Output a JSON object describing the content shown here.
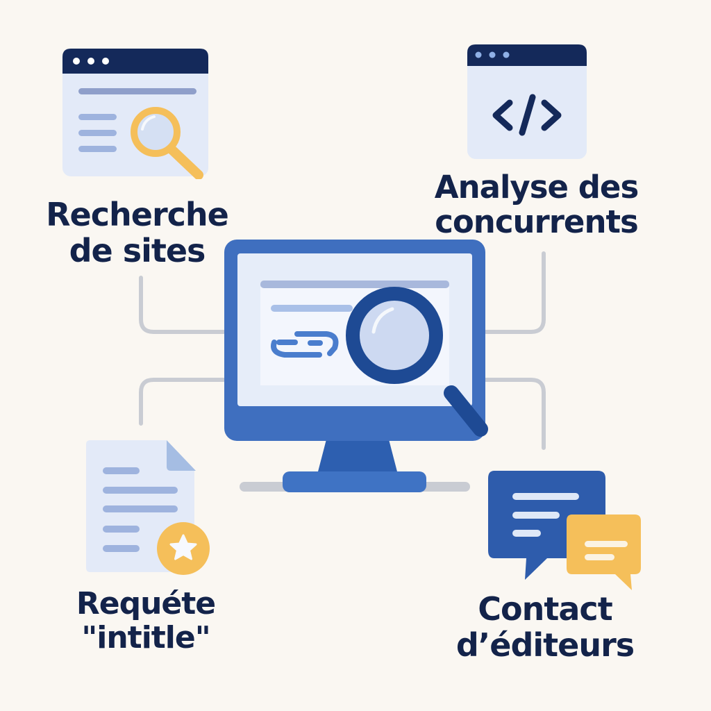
{
  "diagram": {
    "center": {
      "name": "monitor with magnifying glass",
      "icon": "monitor-search-icon"
    },
    "nodes": [
      {
        "id": "site-search",
        "label_line1": "Recherche",
        "label_line2": "de sites",
        "icon": "browser-search-icon"
      },
      {
        "id": "competitor-analysis",
        "label_line1": "Analyse des",
        "label_line2": "concurrents",
        "icon": "code-window-icon"
      },
      {
        "id": "intitle-query",
        "label_line1": "Requéte",
        "label_line2": "\"intitle\"",
        "icon": "document-star-icon"
      },
      {
        "id": "publisher-contact",
        "label_line1": "Contact",
        "label_line2": "d’éditeurs",
        "icon": "chat-bubbles-icon"
      }
    ],
    "colors": {
      "background": "#faf7f2",
      "navy": "#13234a",
      "blue": "#3f6fbf",
      "dark_blue": "#1e4a94",
      "light_blue": "#e3eaf8",
      "pale_bar": "#9eb3de",
      "yellow": "#f5bf5a",
      "connector": "#c9ccd3"
    }
  }
}
